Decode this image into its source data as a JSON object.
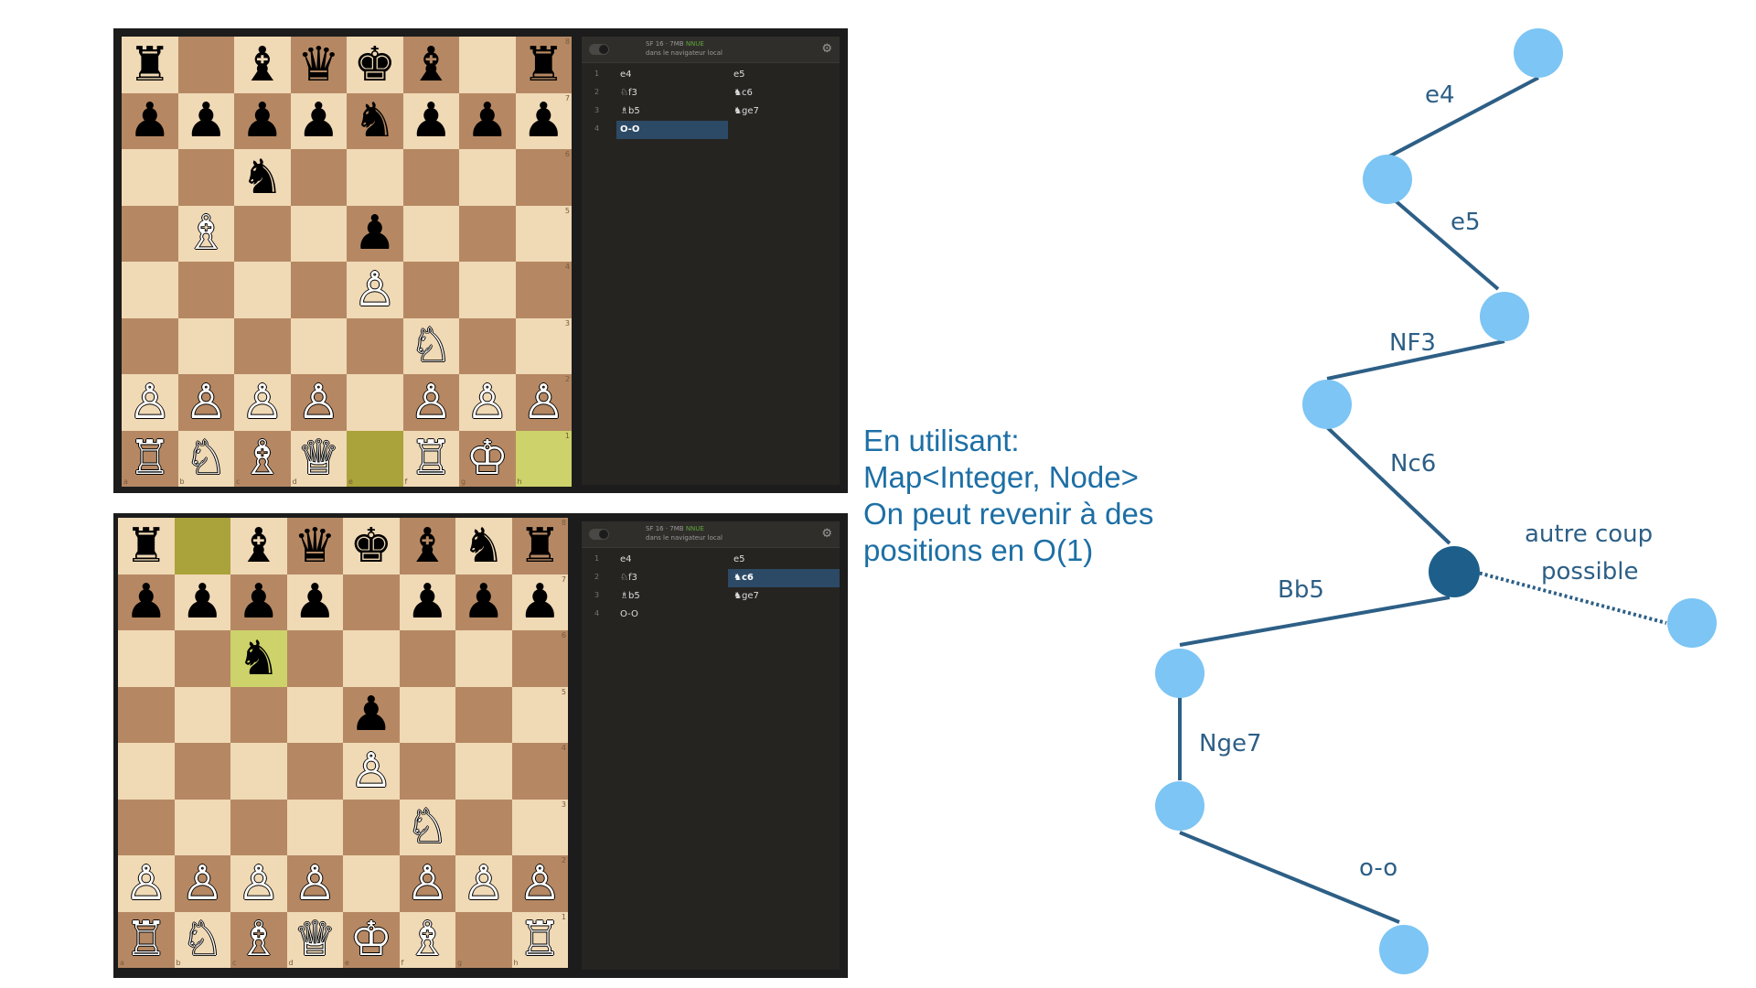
{
  "boards": [
    {
      "squares": [
        [
          "br",
          "",
          "bb",
          "bq",
          "bk",
          "bb",
          "",
          "br"
        ],
        [
          "bp",
          "bp",
          "bp",
          "bp",
          "bn",
          "bp",
          "bp",
          "bp"
        ],
        [
          "",
          "",
          "bn",
          "",
          "",
          "",
          "",
          ""
        ],
        [
          "",
          "wb",
          "",
          "",
          "bp",
          "",
          "",
          ""
        ],
        [
          "",
          "",
          "",
          "",
          "wp",
          "",
          "",
          ""
        ],
        [
          "",
          "",
          "",
          "",
          "",
          "wn",
          "",
          ""
        ],
        [
          "wp",
          "wp",
          "wp",
          "wp",
          "",
          "wp",
          "wp",
          "wp"
        ],
        [
          "wr",
          "wn",
          "wb",
          "wq",
          "",
          "wr",
          "wk",
          ""
        ]
      ],
      "highlights": [
        [
          7,
          4
        ],
        [
          7,
          7
        ]
      ],
      "engine": {
        "title": "SF 16 · 7MB",
        "title_accent": "NNUE",
        "subtitle": "dans le navigateur local",
        "gear": "⚙",
        "moves": [
          {
            "num": "1",
            "white": "e4",
            "black": "e5"
          },
          {
            "num": "2",
            "white": "♘f3",
            "black": "♞c6"
          },
          {
            "num": "3",
            "white": "♗b5",
            "black": "♞ge7"
          },
          {
            "num": "4",
            "white": "O-O",
            "black": ""
          }
        ],
        "selected": {
          "row": 3,
          "side": "white"
        }
      }
    },
    {
      "squares": [
        [
          "br",
          "",
          "bb",
          "bq",
          "bk",
          "bb",
          "bn",
          "br"
        ],
        [
          "bp",
          "bp",
          "bp",
          "bp",
          "",
          "bp",
          "bp",
          "bp"
        ],
        [
          "",
          "",
          "bn",
          "",
          "",
          "",
          "",
          ""
        ],
        [
          "",
          "",
          "",
          "",
          "bp",
          "",
          "",
          ""
        ],
        [
          "",
          "",
          "",
          "",
          "wp",
          "",
          "",
          ""
        ],
        [
          "",
          "",
          "",
          "",
          "",
          "wn",
          "",
          ""
        ],
        [
          "wp",
          "wp",
          "wp",
          "wp",
          "",
          "wp",
          "wp",
          "wp"
        ],
        [
          "wr",
          "wn",
          "wb",
          "wq",
          "wk",
          "wb",
          "",
          "wr"
        ]
      ],
      "highlights": [
        [
          0,
          1
        ],
        [
          2,
          2
        ]
      ],
      "engine": {
        "title": "SF 16 · 7MB",
        "title_accent": "NNUE",
        "subtitle": "dans le navigateur local",
        "gear": "⚙",
        "moves": [
          {
            "num": "1",
            "white": "e4",
            "black": "e5"
          },
          {
            "num": "2",
            "white": "♘f3",
            "black": "♞c6"
          },
          {
            "num": "3",
            "white": "♗b5",
            "black": "♞ge7"
          },
          {
            "num": "4",
            "white": "O-O",
            "black": ""
          }
        ],
        "selected": {
          "row": 1,
          "side": "black"
        }
      }
    }
  ],
  "file_labels": [
    "a",
    "b",
    "c",
    "d",
    "e",
    "f",
    "g",
    "h"
  ],
  "rank_labels": [
    "8",
    "7",
    "6",
    "5",
    "4",
    "3",
    "2",
    "1"
  ],
  "caption": {
    "lines": [
      "En utilisant:",
      "Map<Integer, Node>",
      "On peut revenir à des",
      "positions en O(1)"
    ],
    "color": "#1d6fa5"
  },
  "tree": {
    "edge_labels": [
      "e4",
      "e5",
      "NF3",
      "Nc6",
      "Bb5",
      "Nge7",
      "o-o"
    ],
    "alt_label_lines": [
      "autre coup",
      "possible"
    ],
    "node_color": "#7cc5f4",
    "current_node_color": "#1d5f8a",
    "edge_color": "#2d5f86"
  },
  "pieces": {
    "wk": "♔",
    "wq": "♕",
    "wr": "♖",
    "wb": "♗",
    "wn": "♘",
    "wp": "♙",
    "bk": "♚",
    "bq": "♛",
    "br": "♜",
    "bb": "♝",
    "bn": "♞",
    "bp": "♟"
  }
}
